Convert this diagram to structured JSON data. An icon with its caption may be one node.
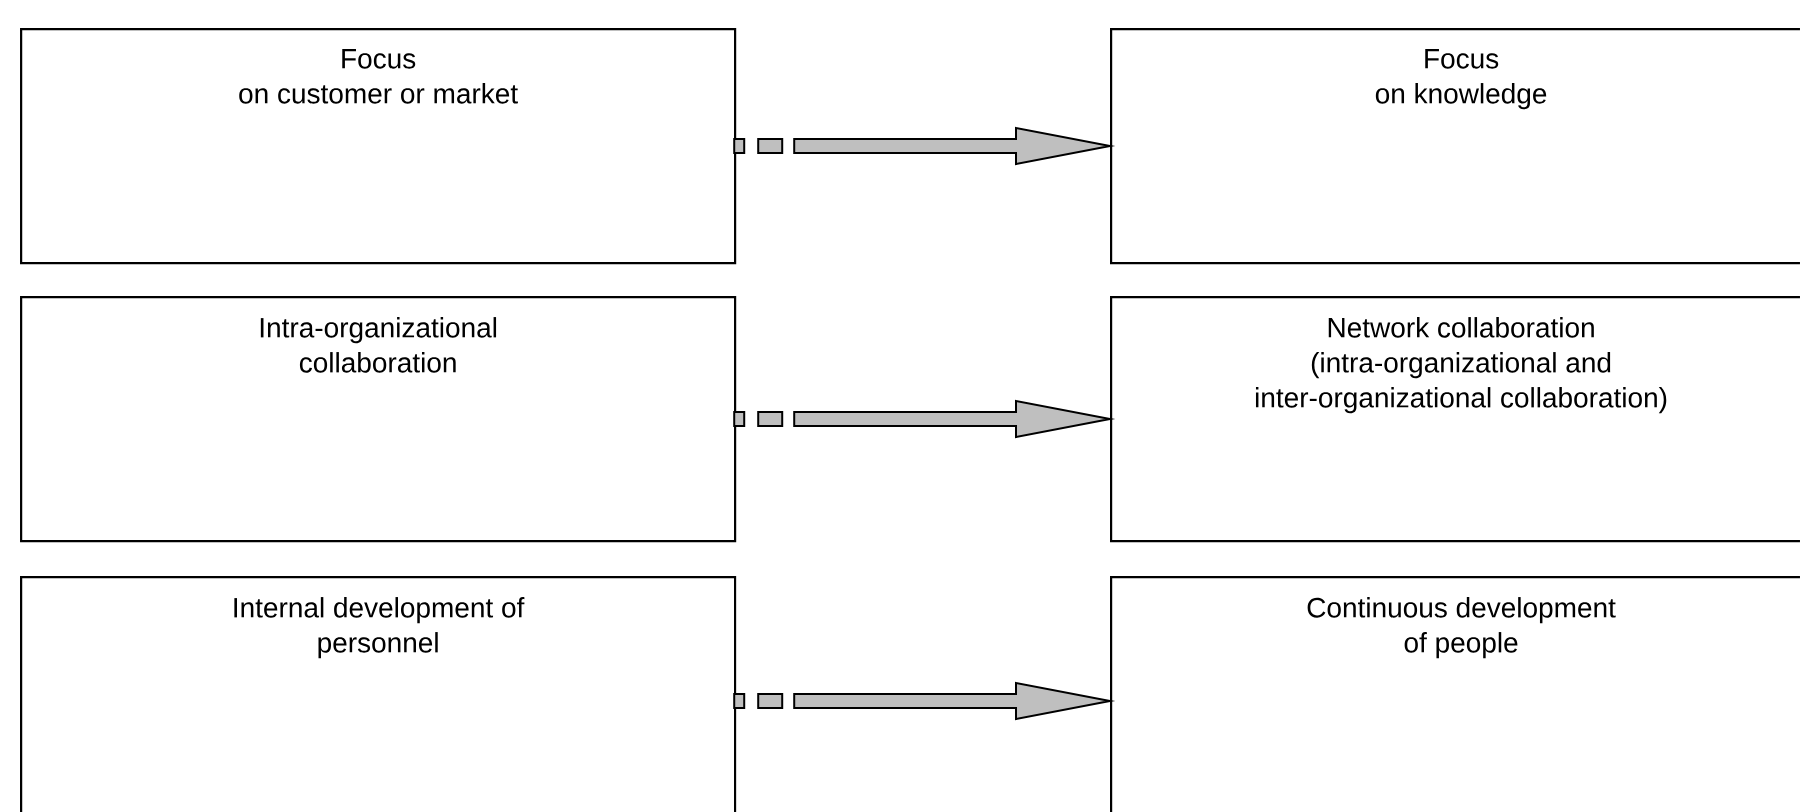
{
  "diagram": {
    "nodes": [
      {
        "text": [
          "Focus",
          "on customer or market"
        ]
      },
      {
        "text": [
          "Focus",
          "on knowledge"
        ]
      },
      {
        "text": [
          "Intra-organizational collaboration"
        ]
      },
      {
        "text": [
          "Network collaboration (intra-organizational and inter-organizational collaboration)"
        ]
      },
      {
        "text": [
          "Internal development of personnel"
        ]
      },
      {
        "text": [
          "Continuous development of people"
        ]
      }
    ],
    "edges": [
      {
        "from": 0,
        "to": 1,
        "arrow": "to"
      },
      {
        "from": 2,
        "to": 3,
        "arrow": "to"
      },
      {
        "from": 4,
        "to": 5,
        "arrow": "to"
      }
    ]
  }
}
